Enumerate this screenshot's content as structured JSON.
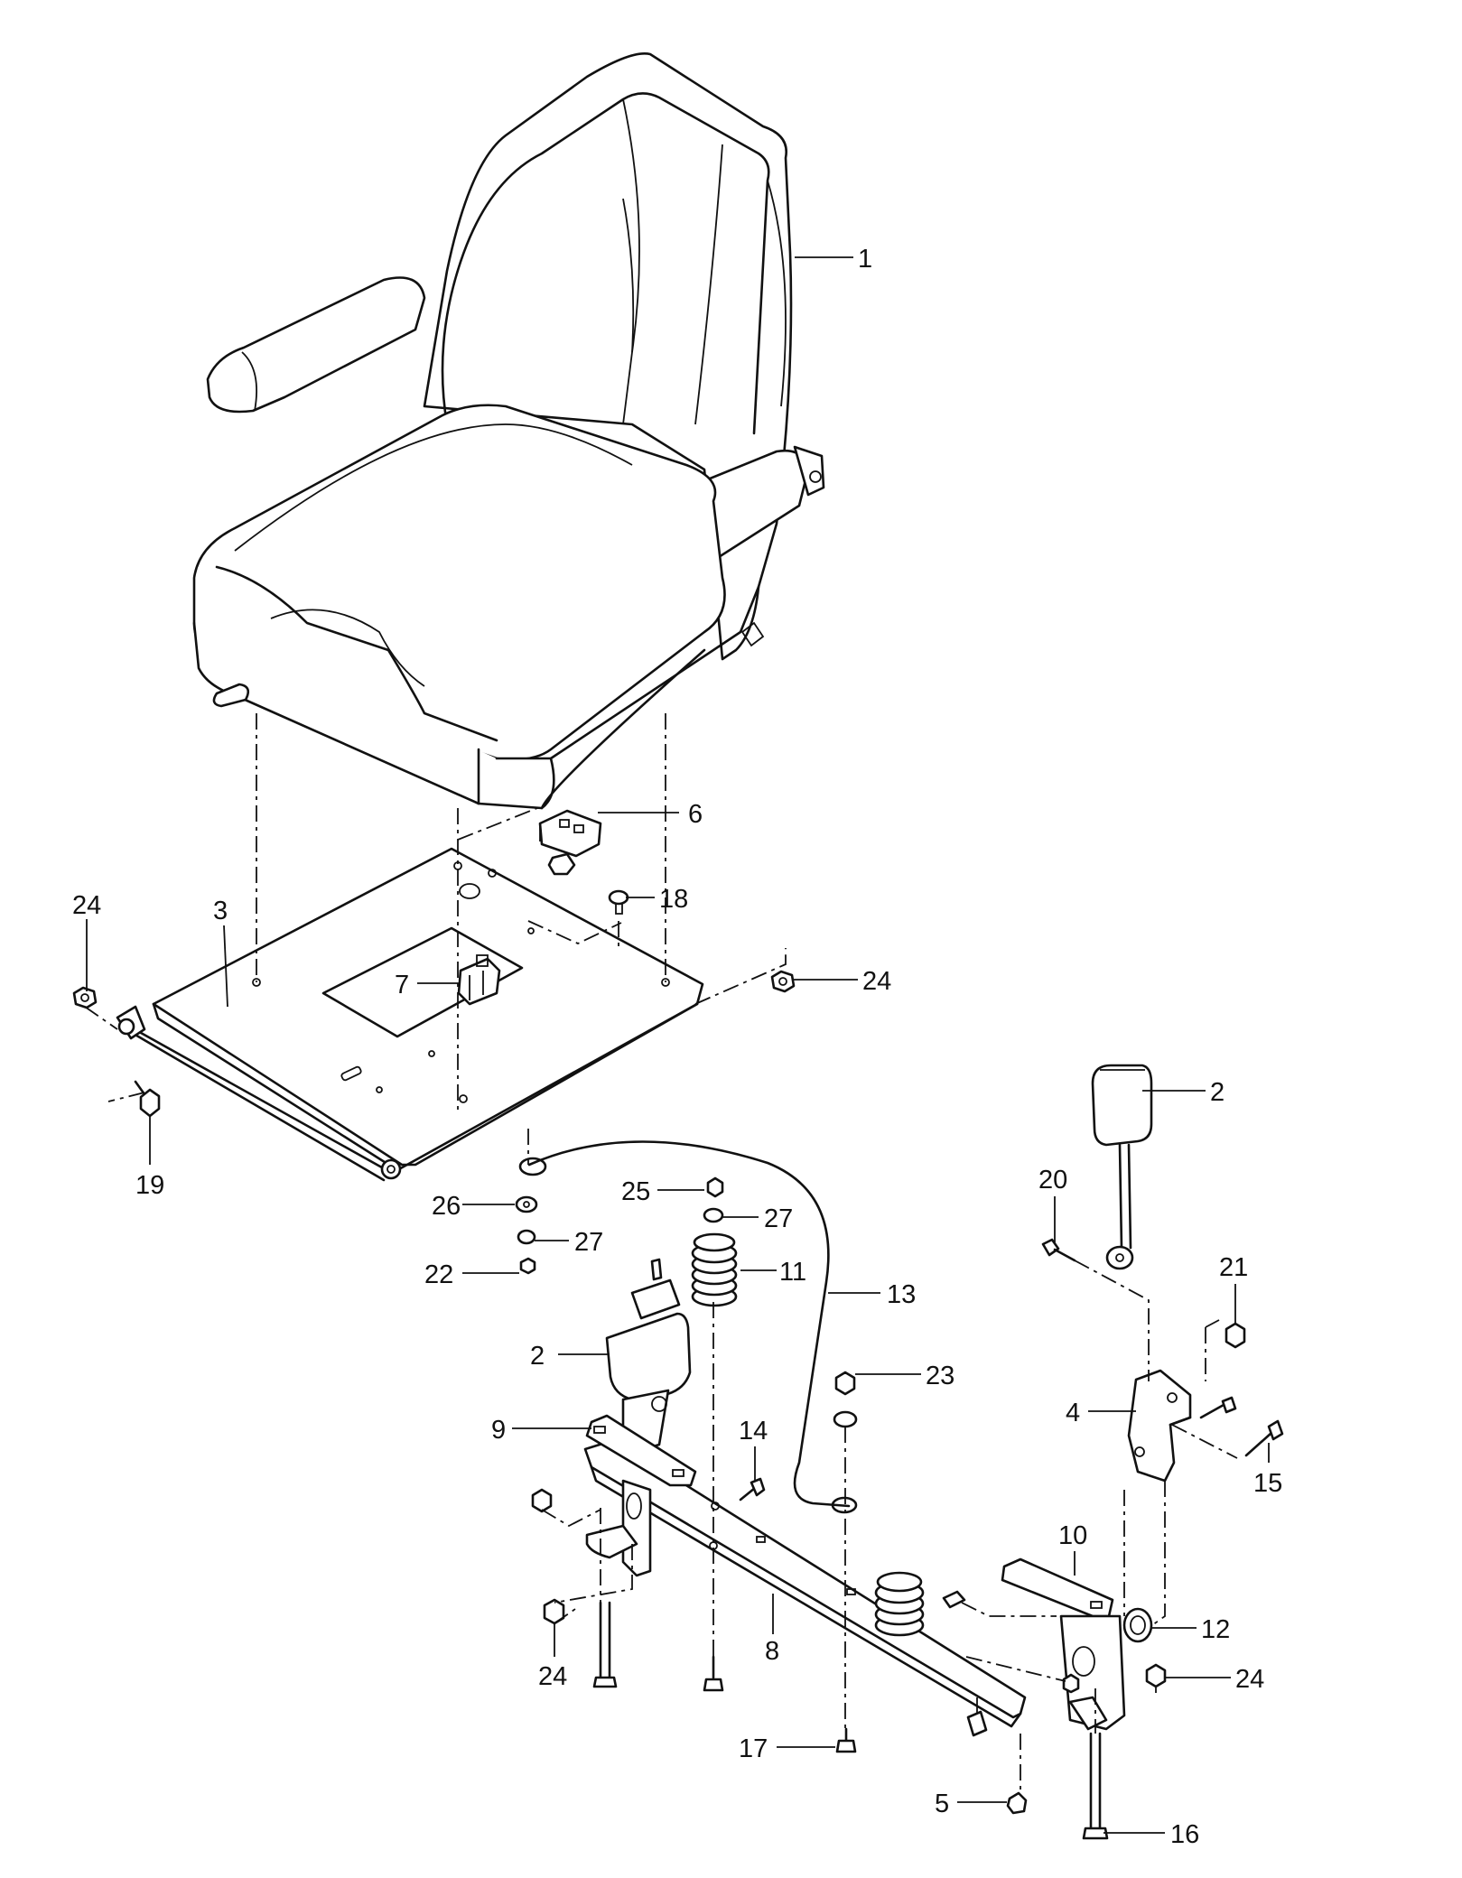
{
  "callouts": {
    "c1": "1",
    "c2a": "2",
    "c2b": "2",
    "c3": "3",
    "c4": "4",
    "c5": "5",
    "c6": "6",
    "c7": "7",
    "c8": "8",
    "c9": "9",
    "c10": "10",
    "c11": "11",
    "c12": "12",
    "c13": "13",
    "c14": "14",
    "c15": "15",
    "c16": "16",
    "c17": "17",
    "c18": "18",
    "c19": "19",
    "c20": "20",
    "c21": "21",
    "c22": "22",
    "c23": "23",
    "c24a": "24",
    "c24b": "24",
    "c24c": "24",
    "c24d": "24",
    "c25": "25",
    "c26": "26",
    "c27a": "27",
    "c27b": "27"
  }
}
